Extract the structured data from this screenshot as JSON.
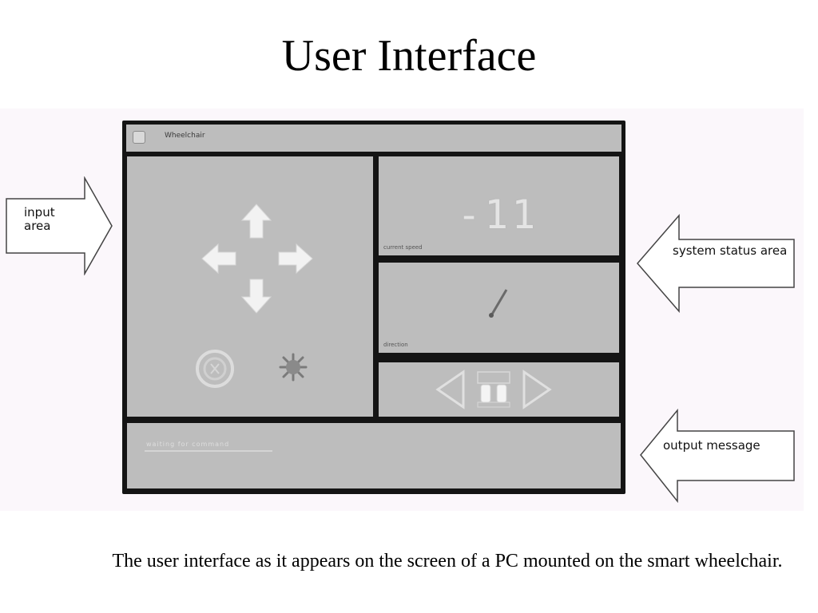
{
  "slide": {
    "title": "User Interface",
    "caption": "The user interface as it appears on the screen of a PC mounted on the smart wheelchair."
  },
  "callouts": {
    "input": "input area",
    "status": "system status area",
    "output": "output message"
  },
  "ui": {
    "window_title": "Wheelchair",
    "speed_readout": "-11",
    "speed_caption": "current speed",
    "direction_caption": "direction",
    "output_message": "waiting for command"
  },
  "colors": {
    "pane": "#bdbdbd",
    "frame": "#141414",
    "arrow_fill": "#f2f2f2"
  },
  "icons": [
    "arrow-up-icon",
    "arrow-left-icon",
    "arrow-right-icon",
    "arrow-down-icon",
    "stop-icon",
    "mode-icon",
    "compass-needle-icon",
    "nav-left-icon",
    "nav-right-icon",
    "wheelchair-icon"
  ]
}
